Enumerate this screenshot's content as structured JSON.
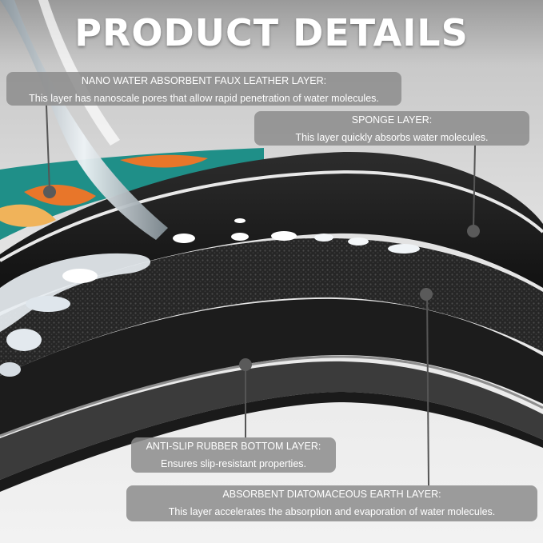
{
  "title": "PRODUCT DETAILS",
  "callouts": [
    {
      "title": "NANO WATER ABSORBENT FAUX LEATHER LAYER:",
      "description": "This layer has nanoscale pores that allow rapid penetration of water molecules."
    },
    {
      "title": "SPONGE LAYER:",
      "description": "This layer quickly absorbs water molecules."
    },
    {
      "title": "ANTI-SLIP RUBBER BOTTOM LAYER:",
      "description": "Ensures slip-resistant properties."
    },
    {
      "title": "ABSORBENT DIATOMACEOUS EARTH LAYER:",
      "description": "This layer accelerates the absorption and evaporation of water molecules."
    }
  ],
  "colors": {
    "callout_background": "#8c8c8c",
    "pointer": "#555555",
    "mat_black": "#161616",
    "sponge_dark": "#2b2b2b",
    "print_teal": "#2aa6a0",
    "print_orange": "#e8762a",
    "water": "#dfe6ec"
  }
}
